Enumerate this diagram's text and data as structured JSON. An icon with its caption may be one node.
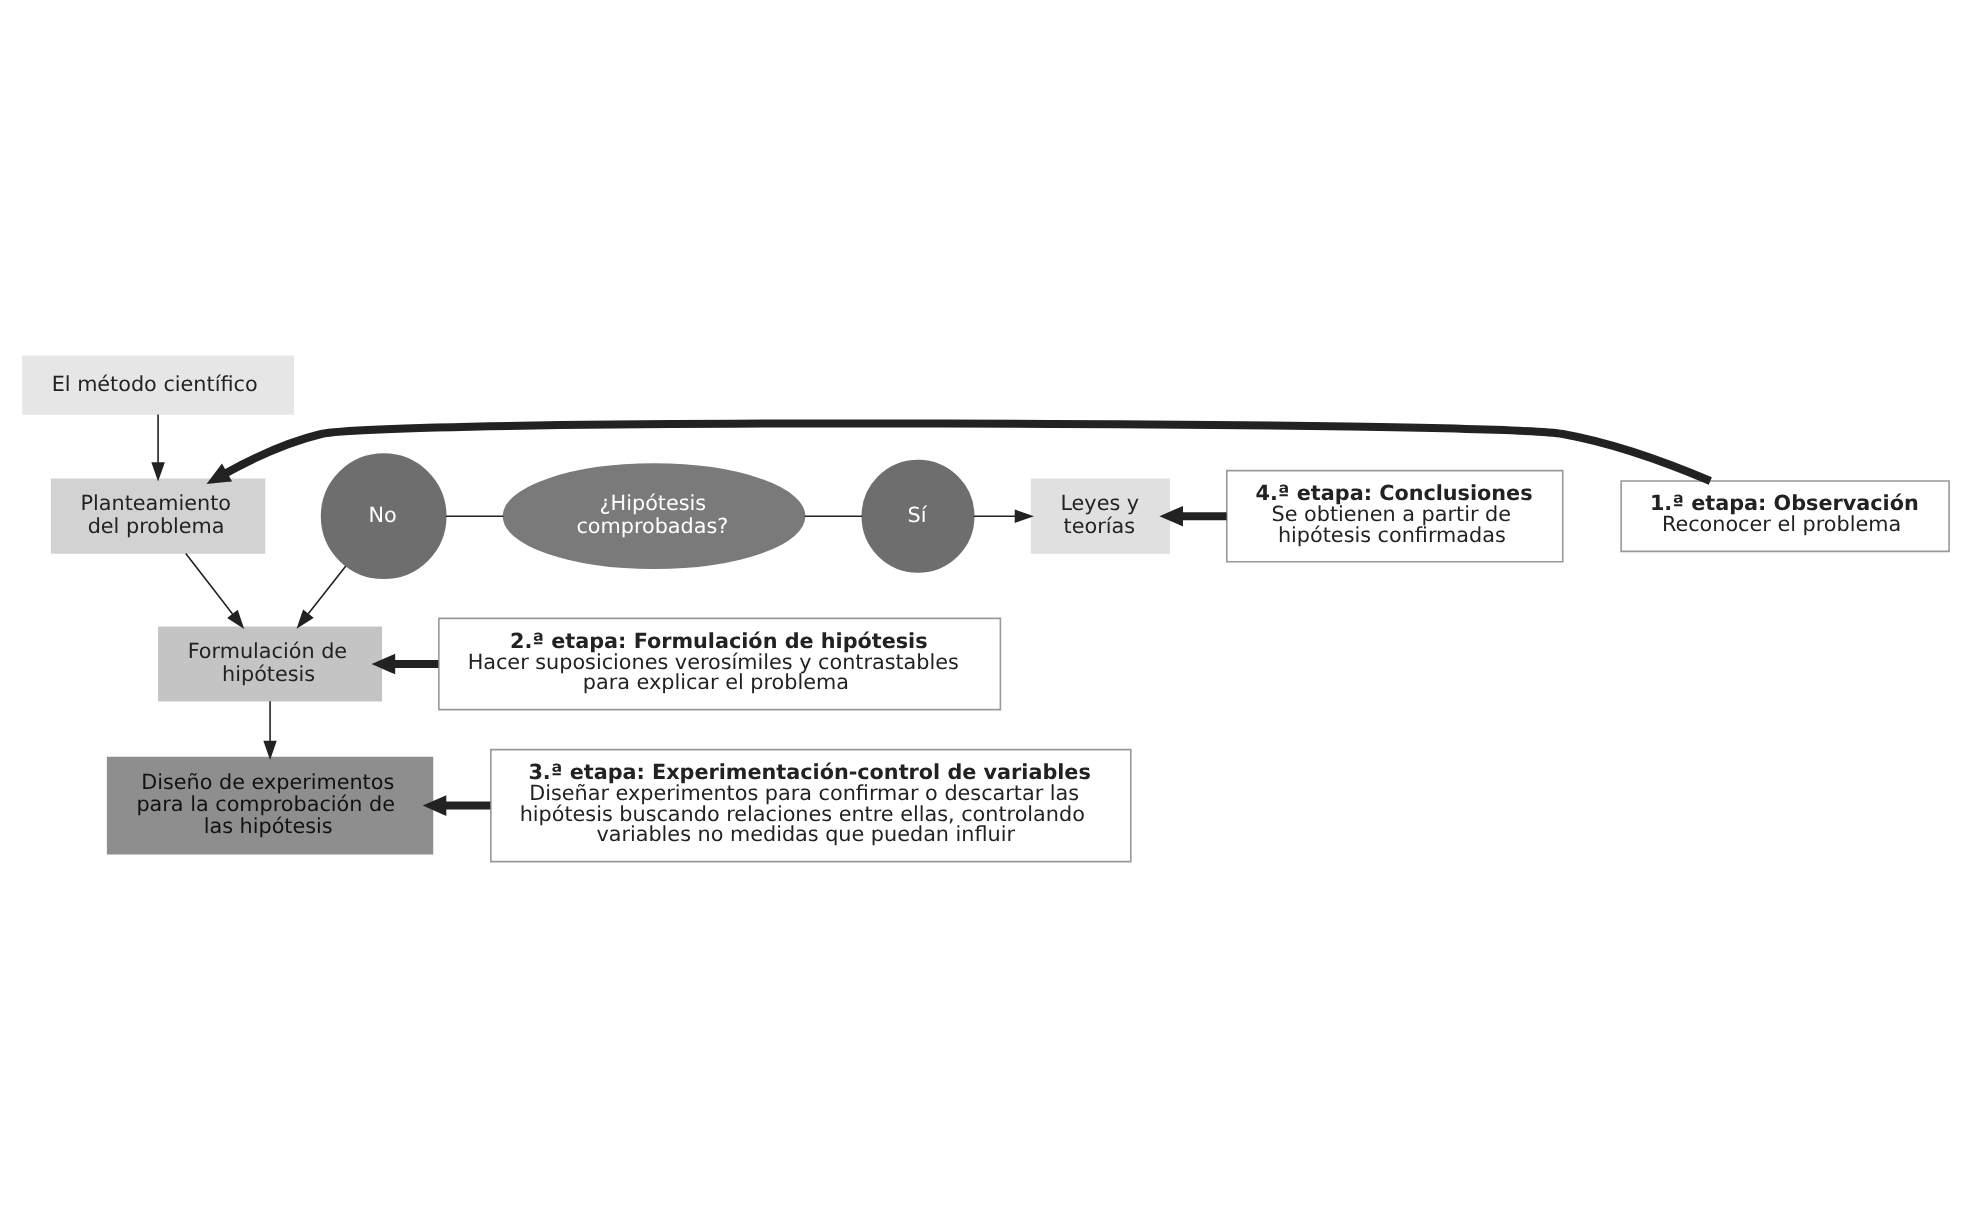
{
  "diagram": {
    "nodes": [
      {
        "text": [
          "El método científico"
        ]
      },
      {
        "text": [
          "Planteamiento del problema"
        ]
      },
      {
        "text": [
          "Formulación de hipótesis"
        ]
      },
      {
        "text": [
          "Diseño de experimentos para la comprobación de las hipótesis"
        ]
      },
      {
        "text": [
          "1.ª etapa: Observación",
          "Reconocer el problema"
        ]
      },
      {
        "text": [
          "2.ª etapa: Formulación de hipótesis",
          "Hacer suposiciones verosímiles y contrastables para explicar el problema"
        ]
      },
      {
        "text": [
          "3.ª etapa: Experimentación-control de variables",
          "Diseñar experimentos para confirmar o descartar las hipótesis buscando relaciones entre ellas, controlando variables no medidas que puedan influir"
        ]
      },
      {
        "text": [
          "No"
        ]
      },
      {
        "text": [
          "¿Hipótesis comprobadas?"
        ]
      },
      {
        "text": [
          "Sí"
        ]
      },
      {
        "text": [
          "Leyes y teorías"
        ]
      },
      {
        "text": [
          "4.ª etapa: Conclusiones",
          "Se obtienen a partir de hipótesis confirmadas"
        ]
      }
    ],
    "edges": [
      {
        "from": 0,
        "to": 1,
        "arrow": "to"
      },
      {
        "from": 1,
        "to": 2,
        "arrow": "to"
      },
      {
        "from": 2,
        "to": 3,
        "arrow": "to"
      },
      {
        "from": 4,
        "to": 1,
        "arrow": "to",
        "style": "thick"
      },
      {
        "from": 5,
        "to": 2,
        "arrow": "to",
        "style": "thick"
      },
      {
        "from": 6,
        "to": 3,
        "arrow": "to",
        "style": "thick"
      },
      {
        "from": 7,
        "to": 2,
        "arrow": "to"
      },
      {
        "from": 7,
        "to": 8,
        "arrow": "none"
      },
      {
        "from": 8,
        "to": 9,
        "arrow": "none"
      },
      {
        "from": 9,
        "to": 10,
        "arrow": "to"
      },
      {
        "from": 11,
        "to": 10,
        "arrow": "to",
        "style": "thick"
      }
    ]
  }
}
